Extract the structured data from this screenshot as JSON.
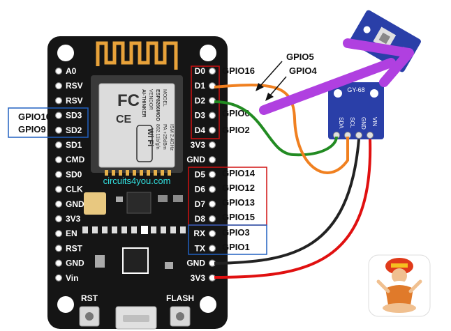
{
  "board": {
    "left_pins": [
      "A0",
      "RSV",
      "RSV",
      "SD3",
      "SD2",
      "SD1",
      "CMD",
      "SD0",
      "CLK",
      "GND",
      "3V3",
      "EN",
      "RST",
      "GND",
      "Vin"
    ],
    "right_pins": [
      "D0",
      "D1",
      "D2",
      "D3",
      "D4",
      "3V3",
      "GND",
      "D5",
      "D6",
      "D7",
      "D8",
      "RX",
      "TX",
      "GND",
      "3V3"
    ],
    "buttons": {
      "rst": "RST",
      "flash": "FLASH"
    },
    "brand": "circuits4you.com",
    "module_text": {
      "model": "MODEL",
      "model_value": "ESP8266MOD",
      "vendor": "VENDOR",
      "vendor_value": "AI-THINKER",
      "fc": "FC",
      "ce": "CE",
      "ism": "ISM 2.4GHz",
      "pa": "PA +25dBm",
      "std": "802.11b/g/n",
      "wifi": "Wi Fi"
    }
  },
  "gpio_labels": {
    "d0": "GPIO16",
    "d3": "GPIO0",
    "d4": "GPIO2",
    "d5": "GPIO14",
    "d6": "GPIO12",
    "d7": "GPIO13",
    "d8": "GPIO15",
    "rx": "GPIO3",
    "tx": "GPIO1",
    "sd3": "GPIO10",
    "sd2": "GPIO9"
  },
  "callouts": {
    "gpio5": "GPIO5",
    "gpio4": "GPIO4"
  },
  "sensor": {
    "model": "GY-68",
    "pins": [
      "SDA",
      "SCL",
      "GND",
      "VIN"
    ]
  },
  "colors": {
    "board": "#111111",
    "wire_sda": "#228b22",
    "wire_scl": "#f08020",
    "wire_gnd": "#222222",
    "wire_vin": "#e01010",
    "arrow": "#b040e0",
    "sensor_pcb": "#2a3fa8",
    "box_red": "#d01010",
    "box_blue": "#2060c0"
  }
}
